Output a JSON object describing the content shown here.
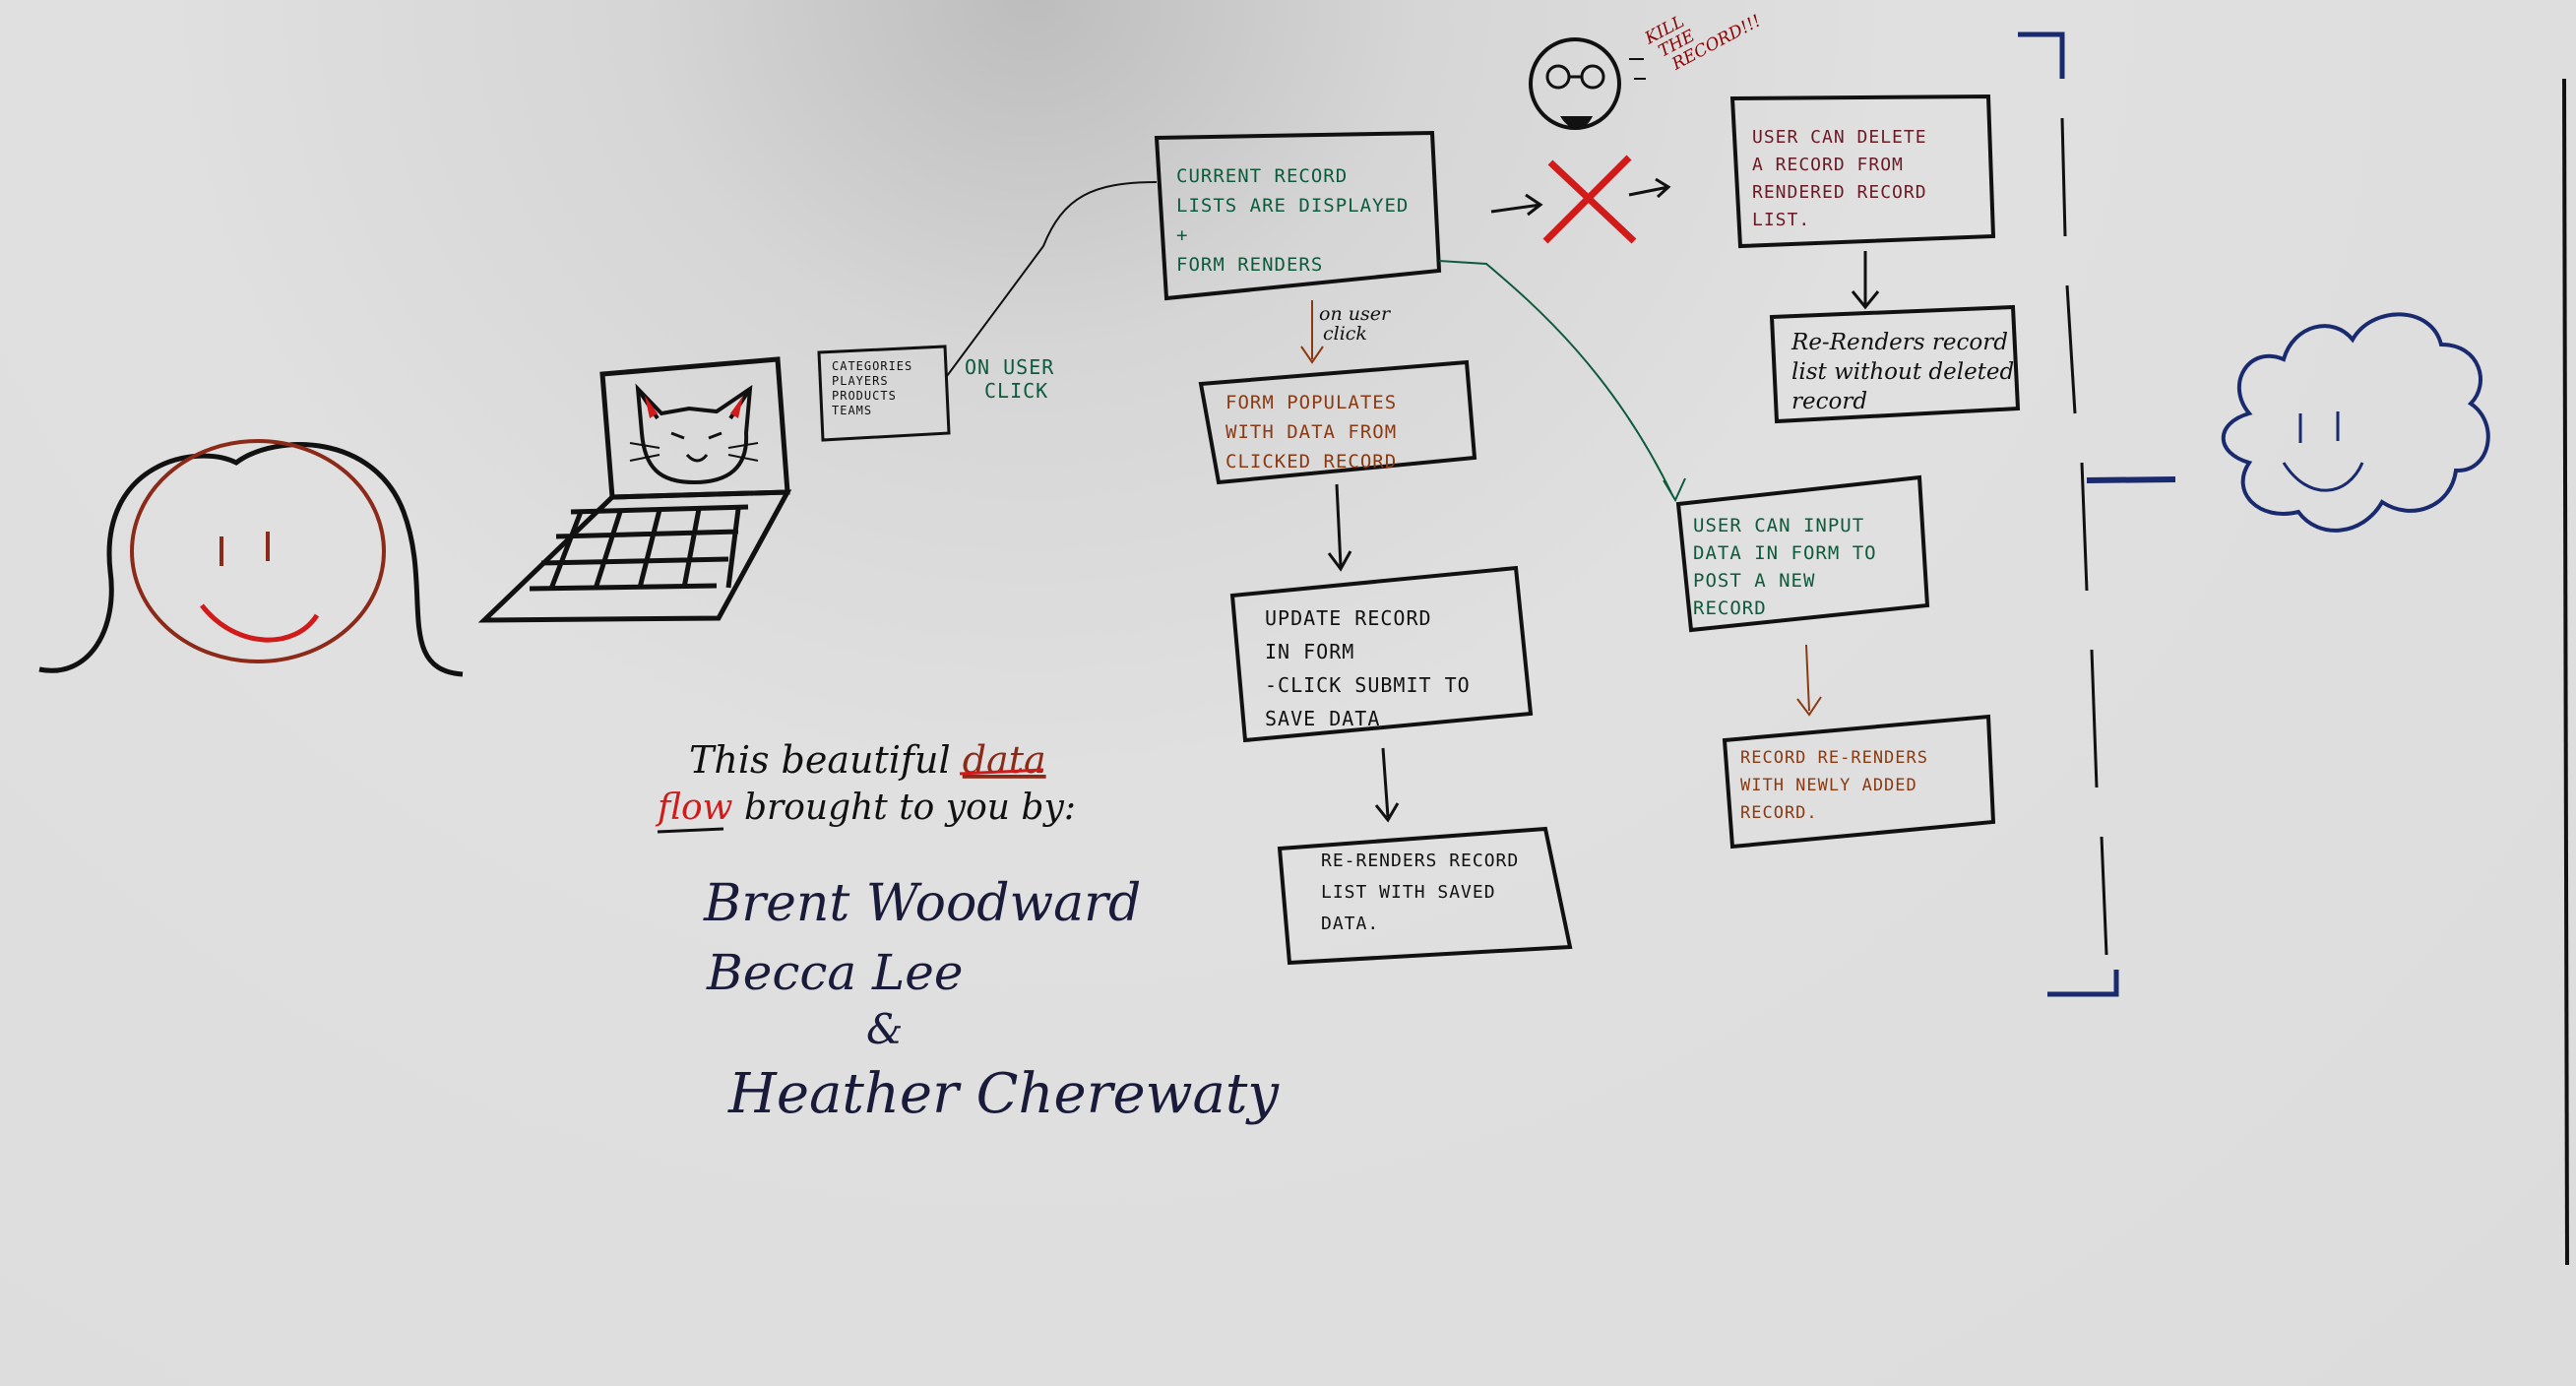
{
  "laptop_menu": [
    "CATEGORIES",
    "PLAYERS",
    "PRODUCTS",
    "TEAMS"
  ],
  "on_user_click_1": [
    "ON USER",
    "CLICK"
  ],
  "box_current": {
    "lines": [
      "CURRENT RECORD",
      "LISTS ARE DISPLAYED",
      "+",
      "FORM RENDERS"
    ],
    "color": "#0e5a3c"
  },
  "kill_note": [
    "KILL",
    "THE",
    "RECORD!!!"
  ],
  "box_delete": {
    "lines": [
      "USER CAN DELETE",
      "A RECORD FROM",
      "RENDERED RECORD",
      "LIST."
    ],
    "color": "#6a1a24"
  },
  "box_rerender_deleted": {
    "lines": [
      "Re-Renders record",
      "list without deleted",
      "record"
    ],
    "color": "#111111"
  },
  "on_user_click_2": [
    "on user",
    "click"
  ],
  "box_populate": {
    "lines": [
      "FORM POPULATES",
      "WITH DATA FROM",
      "CLICKED RECORD"
    ],
    "color": "#8a3a12"
  },
  "box_update": {
    "lines": [
      "UPDATE RECORD",
      "IN FORM",
      "-CLICK SUBMIT TO",
      "SAVE DATA"
    ],
    "color": "#111111"
  },
  "box_rerender_saved": {
    "lines": [
      "RE-RENDERS RECORD",
      "LIST WITH SAVED",
      "DATA."
    ],
    "color": "#111111"
  },
  "box_input": {
    "lines": [
      "USER CAN INPUT",
      "DATA IN FORM TO",
      "POST A NEW",
      "RECORD"
    ],
    "color": "#0e5a3c"
  },
  "box_rerender_added": {
    "lines": [
      "RECORD RE-RENDERS",
      "WITH NEWLY ADDED",
      "RECORD."
    ],
    "color": "#8a3a12"
  },
  "credits": {
    "line1_a": "This beautiful",
    "line1_b": "data",
    "line2_a": "flow",
    "line2_b": "brought to you by:",
    "names": [
      "Brent Woodward",
      "Becca Lee",
      "&",
      "Heather Cherewaty"
    ]
  },
  "colors": {
    "ink": "#111111",
    "green": "#0e5a3c",
    "brown": "#8a3a12",
    "red": "#d11a1a",
    "navy": "#1a2a6e",
    "face": "#8c2a1a"
  }
}
